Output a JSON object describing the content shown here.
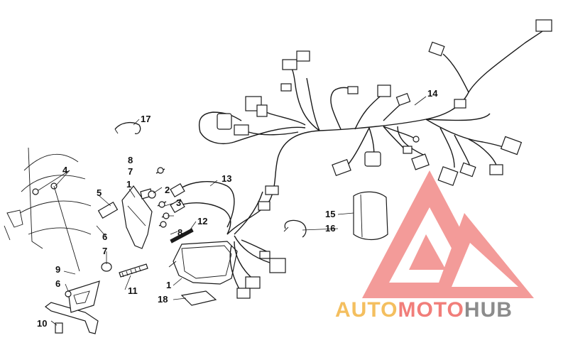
{
  "diagram": {
    "callouts": [
      "1",
      "1",
      "2",
      "3",
      "4",
      "5",
      "6",
      "6",
      "7",
      "7",
      "8",
      "8",
      "9",
      "10",
      "11",
      "12",
      "13",
      "14",
      "15",
      "16",
      "17",
      "18"
    ]
  },
  "watermark": {
    "part1": "AUTO",
    "part2": "MOTO",
    "part3": "HUB",
    "colors": {
      "auto": "#f4bf5f",
      "moto": "#f17e7a",
      "hub": "#8c8c8c",
      "mark": "#f28a88"
    }
  }
}
